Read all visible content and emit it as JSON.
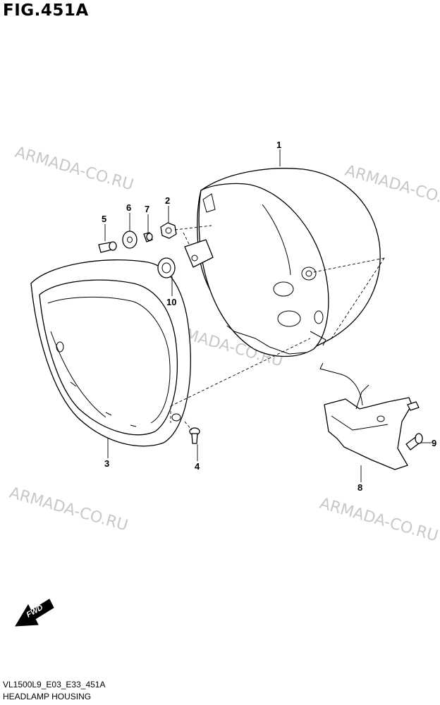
{
  "figure": {
    "title": "FIG.451A",
    "footer_code": "VL1500L9_E03_E33_451A",
    "footer_name": "HEADLAMP HOUSING"
  },
  "watermark": "ARMADA-CO.RU",
  "callouts": {
    "p1": "1",
    "p2": "2",
    "p3": "3",
    "p4": "4",
    "p5": "5",
    "p6": "6",
    "p7": "7",
    "p8": "8",
    "p9": "9",
    "p10": "10"
  },
  "fwd_label": "FWD"
}
